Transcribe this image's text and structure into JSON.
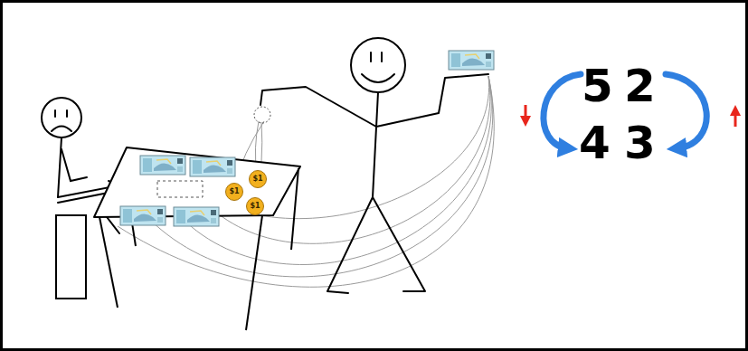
{
  "diagram": {
    "nodes": [
      {
        "text": [
          "$1"
        ]
      },
      {
        "text": [
          "$1"
        ]
      },
      {
        "text": [
          "$1"
        ]
      }
    ],
    "labels": [
      "5",
      "2",
      "4",
      "3"
    ]
  }
}
